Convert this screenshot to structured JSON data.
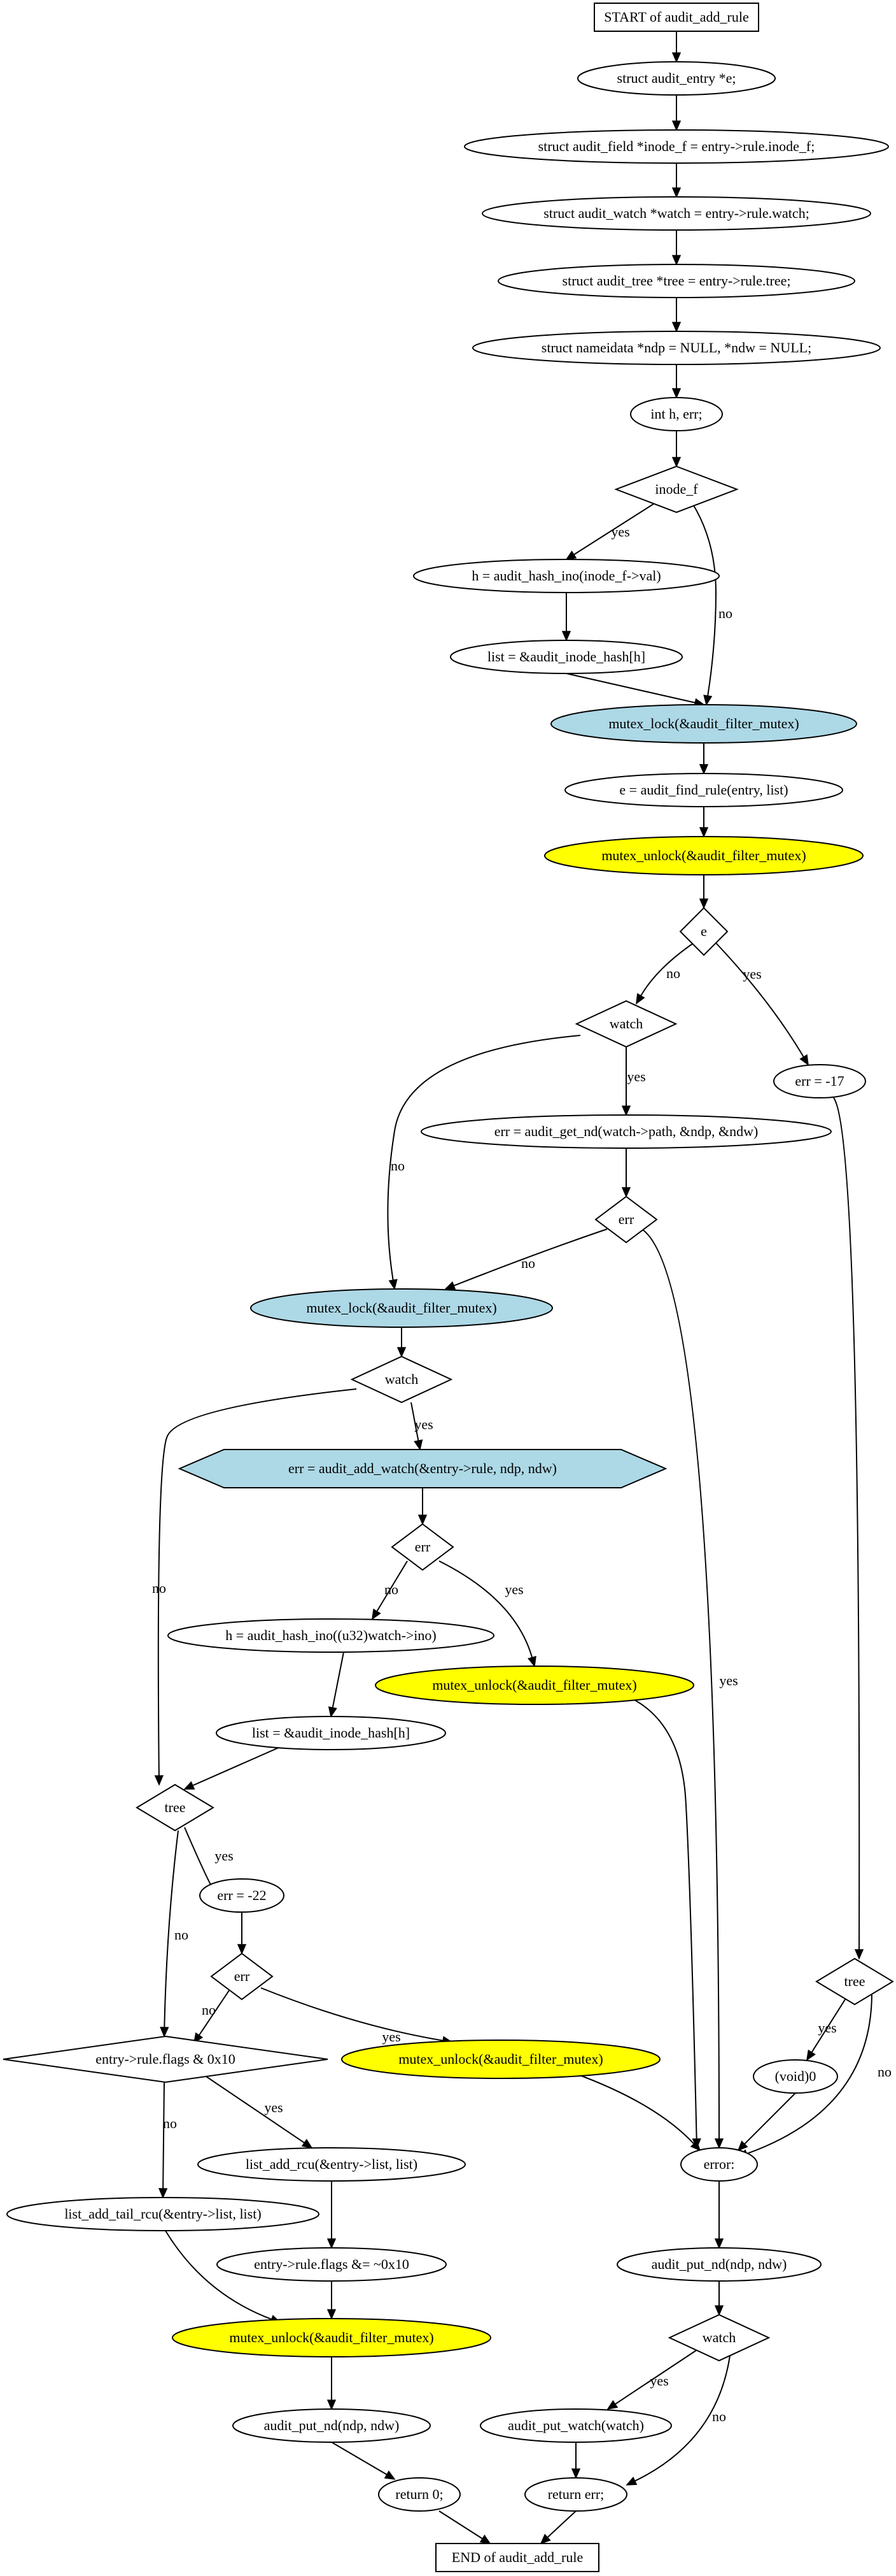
{
  "colors": {
    "highlight_blue": "#add8e6",
    "highlight_yellow": "#ffff00",
    "plain": "#ffffff",
    "hexagon_border": "#e6e600"
  },
  "nodes": [
    {
      "id": "start",
      "label": "START of audit_add_rule",
      "shape": "box"
    },
    {
      "id": "n1",
      "label": "struct audit_entry *e;",
      "shape": "ellipse"
    },
    {
      "id": "n2",
      "label": "struct audit_field *inode_f = entry->rule.inode_f;",
      "shape": "ellipse"
    },
    {
      "id": "n3",
      "label": "struct audit_watch *watch = entry->rule.watch;",
      "shape": "ellipse"
    },
    {
      "id": "n4",
      "label": "struct audit_tree *tree = entry->rule.tree;",
      "shape": "ellipse"
    },
    {
      "id": "n5",
      "label": "struct nameidata *ndp = NULL, *ndw = NULL;",
      "shape": "ellipse"
    },
    {
      "id": "n6",
      "label": "int h, err;",
      "shape": "ellipse"
    },
    {
      "id": "d_inode",
      "label": "inode_f",
      "shape": "diamond"
    },
    {
      "id": "n7",
      "label": "h = audit_hash_ino(inode_f->val)",
      "shape": "ellipse"
    },
    {
      "id": "n8",
      "label": "list = &audit_inode_hash[h]",
      "shape": "ellipse"
    },
    {
      "id": "lock1",
      "label": "mutex_lock(&audit_filter_mutex)",
      "shape": "ellipse",
      "fill": "highlight_blue"
    },
    {
      "id": "n9",
      "label": "e = audit_find_rule(entry, list)",
      "shape": "ellipse"
    },
    {
      "id": "unlock1",
      "label": "mutex_unlock(&audit_filter_mutex)",
      "shape": "ellipse",
      "fill": "highlight_yellow"
    },
    {
      "id": "d_e",
      "label": "e",
      "shape": "diamond"
    },
    {
      "id": "d_watch1",
      "label": "watch",
      "shape": "diamond"
    },
    {
      "id": "n_err17",
      "label": "err = -17",
      "shape": "ellipse"
    },
    {
      "id": "n10",
      "label": "err = audit_get_nd(watch->path, &ndp, &ndw)",
      "shape": "ellipse"
    },
    {
      "id": "d_err1",
      "label": "err",
      "shape": "diamond"
    },
    {
      "id": "lock2",
      "label": "mutex_lock(&audit_filter_mutex)",
      "shape": "ellipse",
      "fill": "highlight_blue"
    },
    {
      "id": "d_watch2",
      "label": "watch",
      "shape": "diamond"
    },
    {
      "id": "hex1",
      "label": "err = audit_add_watch(&entry->rule, ndp, ndw)",
      "shape": "hexagon",
      "fill": "highlight_blue"
    },
    {
      "id": "d_err2",
      "label": "err",
      "shape": "diamond"
    },
    {
      "id": "n11",
      "label": "h = audit_hash_ino((u32)watch->ino)",
      "shape": "ellipse"
    },
    {
      "id": "unlock2",
      "label": "mutex_unlock(&audit_filter_mutex)",
      "shape": "ellipse",
      "fill": "highlight_yellow"
    },
    {
      "id": "n12",
      "label": "list = &audit_inode_hash[h]",
      "shape": "ellipse"
    },
    {
      "id": "d_tree1",
      "label": "tree",
      "shape": "diamond"
    },
    {
      "id": "n_err22",
      "label": "err = -22",
      "shape": "ellipse"
    },
    {
      "id": "d_err3",
      "label": "err",
      "shape": "diamond"
    },
    {
      "id": "d_tree2",
      "label": "tree",
      "shape": "diamond"
    },
    {
      "id": "d_flags",
      "label": "entry->rule.flags & 0x10",
      "shape": "diamond"
    },
    {
      "id": "unlock3",
      "label": "mutex_unlock(&audit_filter_mutex)",
      "shape": "ellipse",
      "fill": "highlight_yellow"
    },
    {
      "id": "n_void",
      "label": "(void)0",
      "shape": "ellipse"
    },
    {
      "id": "n13",
      "label": "list_add_rcu(&entry->list, list)",
      "shape": "ellipse"
    },
    {
      "id": "n_error",
      "label": "error:",
      "shape": "ellipse"
    },
    {
      "id": "n14",
      "label": "list_add_tail_rcu(&entry->list, list)",
      "shape": "ellipse"
    },
    {
      "id": "n15",
      "label": "entry->rule.flags &= ~0x10",
      "shape": "ellipse"
    },
    {
      "id": "n16",
      "label": "audit_put_nd(ndp, ndw)",
      "shape": "ellipse"
    },
    {
      "id": "unlock4",
      "label": "mutex_unlock(&audit_filter_mutex)",
      "shape": "ellipse",
      "fill": "highlight_yellow"
    },
    {
      "id": "d_watch3",
      "label": "watch",
      "shape": "diamond"
    },
    {
      "id": "n17",
      "label": "audit_put_nd(ndp, ndw)",
      "shape": "ellipse"
    },
    {
      "id": "n18",
      "label": "audit_put_watch(watch)",
      "shape": "ellipse"
    },
    {
      "id": "ret0",
      "label": "return 0;",
      "shape": "ellipse"
    },
    {
      "id": "reterr",
      "label": "return err;",
      "shape": "ellipse"
    },
    {
      "id": "end",
      "label": "END of audit_add_rule",
      "shape": "box"
    }
  ],
  "edges": [
    {
      "id": "e1",
      "from": "start",
      "to": "n1",
      "label": ""
    },
    {
      "id": "e2",
      "from": "n1",
      "to": "n2",
      "label": ""
    },
    {
      "id": "e3",
      "from": "n2",
      "to": "n3",
      "label": ""
    },
    {
      "id": "e4",
      "from": "n3",
      "to": "n4",
      "label": ""
    },
    {
      "id": "e5",
      "from": "n4",
      "to": "n5",
      "label": ""
    },
    {
      "id": "e6",
      "from": "n5",
      "to": "n6",
      "label": ""
    },
    {
      "id": "e7",
      "from": "n6",
      "to": "d_inode",
      "label": ""
    },
    {
      "id": "e8",
      "from": "d_inode",
      "to": "n7",
      "label": "yes"
    },
    {
      "id": "e9",
      "from": "d_inode",
      "to": "lock1",
      "label": "no"
    },
    {
      "id": "e10",
      "from": "n7",
      "to": "n8",
      "label": ""
    },
    {
      "id": "e11",
      "from": "n8",
      "to": "lock1",
      "label": ""
    },
    {
      "id": "e12",
      "from": "lock1",
      "to": "n9",
      "label": ""
    },
    {
      "id": "e13",
      "from": "n9",
      "to": "unlock1",
      "label": ""
    },
    {
      "id": "e14",
      "from": "unlock1",
      "to": "d_e",
      "label": ""
    },
    {
      "id": "e15",
      "from": "d_e",
      "to": "d_watch1",
      "label": "no"
    },
    {
      "id": "e16",
      "from": "d_e",
      "to": "n_err17",
      "label": "yes"
    },
    {
      "id": "e17",
      "from": "d_watch1",
      "to": "n10",
      "label": "yes"
    },
    {
      "id": "e18",
      "from": "d_watch1",
      "to": "lock2",
      "label": "no"
    },
    {
      "id": "e19",
      "from": "n10",
      "to": "d_err1",
      "label": ""
    },
    {
      "id": "e20",
      "from": "d_err1",
      "to": "lock2",
      "label": "no"
    },
    {
      "id": "e21",
      "from": "d_err1",
      "to": "n_error",
      "label": "yes"
    },
    {
      "id": "e22",
      "from": "n_err17",
      "to": "d_tree2",
      "label": ""
    },
    {
      "id": "e23",
      "from": "lock2",
      "to": "d_watch2",
      "label": ""
    },
    {
      "id": "e24",
      "from": "d_watch2",
      "to": "hex1",
      "label": "yes"
    },
    {
      "id": "e25",
      "from": "d_watch2",
      "to": "d_tree1",
      "label": "no"
    },
    {
      "id": "e26",
      "from": "hex1",
      "to": "d_err2",
      "label": ""
    },
    {
      "id": "e27",
      "from": "d_err2",
      "to": "n11",
      "label": "no"
    },
    {
      "id": "e28",
      "from": "d_err2",
      "to": "unlock2",
      "label": "yes"
    },
    {
      "id": "e29",
      "from": "n11",
      "to": "n12",
      "label": ""
    },
    {
      "id": "e30",
      "from": "n12",
      "to": "d_tree1",
      "label": ""
    },
    {
      "id": "e31",
      "from": "unlock2",
      "to": "n_error",
      "label": ""
    },
    {
      "id": "e32",
      "from": "d_tree1",
      "to": "n_err22",
      "label": "yes"
    },
    {
      "id": "e33",
      "from": "d_tree1",
      "to": "d_flags",
      "label": "no"
    },
    {
      "id": "e34",
      "from": "n_err22",
      "to": "d_err3",
      "label": ""
    },
    {
      "id": "e35",
      "from": "d_err3",
      "to": "d_flags",
      "label": "no"
    },
    {
      "id": "e36",
      "from": "d_err3",
      "to": "unlock3",
      "label": "yes"
    },
    {
      "id": "e37",
      "from": "d_tree2",
      "to": "n_void",
      "label": "yes"
    },
    {
      "id": "e38",
      "from": "d_tree2",
      "to": "n_error",
      "label": "no"
    },
    {
      "id": "e39",
      "from": "unlock3",
      "to": "n_error",
      "label": ""
    },
    {
      "id": "e40",
      "from": "n_void",
      "to": "n_error",
      "label": ""
    },
    {
      "id": "e41",
      "from": "d_flags",
      "to": "n13",
      "label": "yes"
    },
    {
      "id": "e42",
      "from": "d_flags",
      "to": "n14",
      "label": "no"
    },
    {
      "id": "e43",
      "from": "n13",
      "to": "n15",
      "label": ""
    },
    {
      "id": "e44",
      "from": "n15",
      "to": "unlock4",
      "label": ""
    },
    {
      "id": "e45",
      "from": "n14",
      "to": "unlock4",
      "label": ""
    },
    {
      "id": "e46",
      "from": "n_error",
      "to": "n16",
      "label": ""
    },
    {
      "id": "e47",
      "from": "n16",
      "to": "d_watch3",
      "label": ""
    },
    {
      "id": "e48",
      "from": "unlock4",
      "to": "n17",
      "label": ""
    },
    {
      "id": "e49",
      "from": "d_watch3",
      "to": "n18",
      "label": "yes"
    },
    {
      "id": "e50",
      "from": "d_watch3",
      "to": "reterr",
      "label": "no"
    },
    {
      "id": "e51",
      "from": "n18",
      "to": "reterr",
      "label": ""
    },
    {
      "id": "e52",
      "from": "n17",
      "to": "ret0",
      "label": ""
    },
    {
      "id": "e53",
      "from": "ret0",
      "to": "end",
      "label": ""
    },
    {
      "id": "e54",
      "from": "reterr",
      "to": "end",
      "label": ""
    }
  ]
}
